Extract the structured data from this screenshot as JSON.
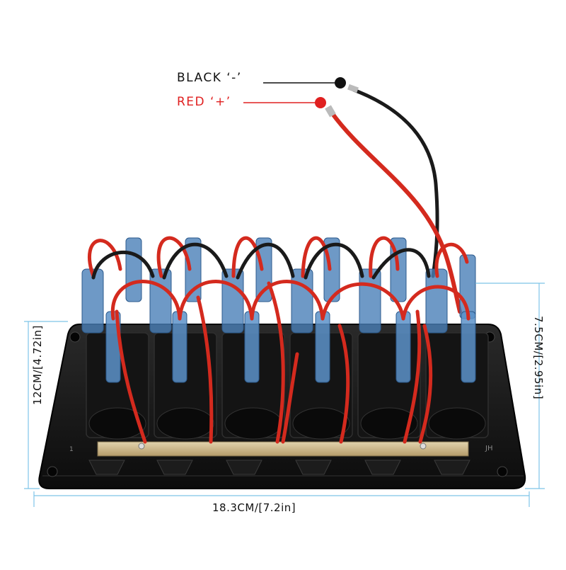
{
  "wire_labels": {
    "black": "BLACK ‘-’",
    "red": "RED ‘+’"
  },
  "dimensions": {
    "width": "18.3CM/[7.2in]",
    "height": "12CM/[4.72in]",
    "depth": "7.5CM/[2.95in]"
  },
  "panel_markings": {
    "left": "1",
    "right": "JH"
  },
  "switch_count": 6,
  "colors": {
    "red_wire": "#d42a1e",
    "black_wire": "#1a1a1a",
    "dimension_line": "#7ec4e8",
    "panel": "#111111",
    "connector_blue": "#4a7fb8",
    "bus_bar": "#c9b48a"
  }
}
